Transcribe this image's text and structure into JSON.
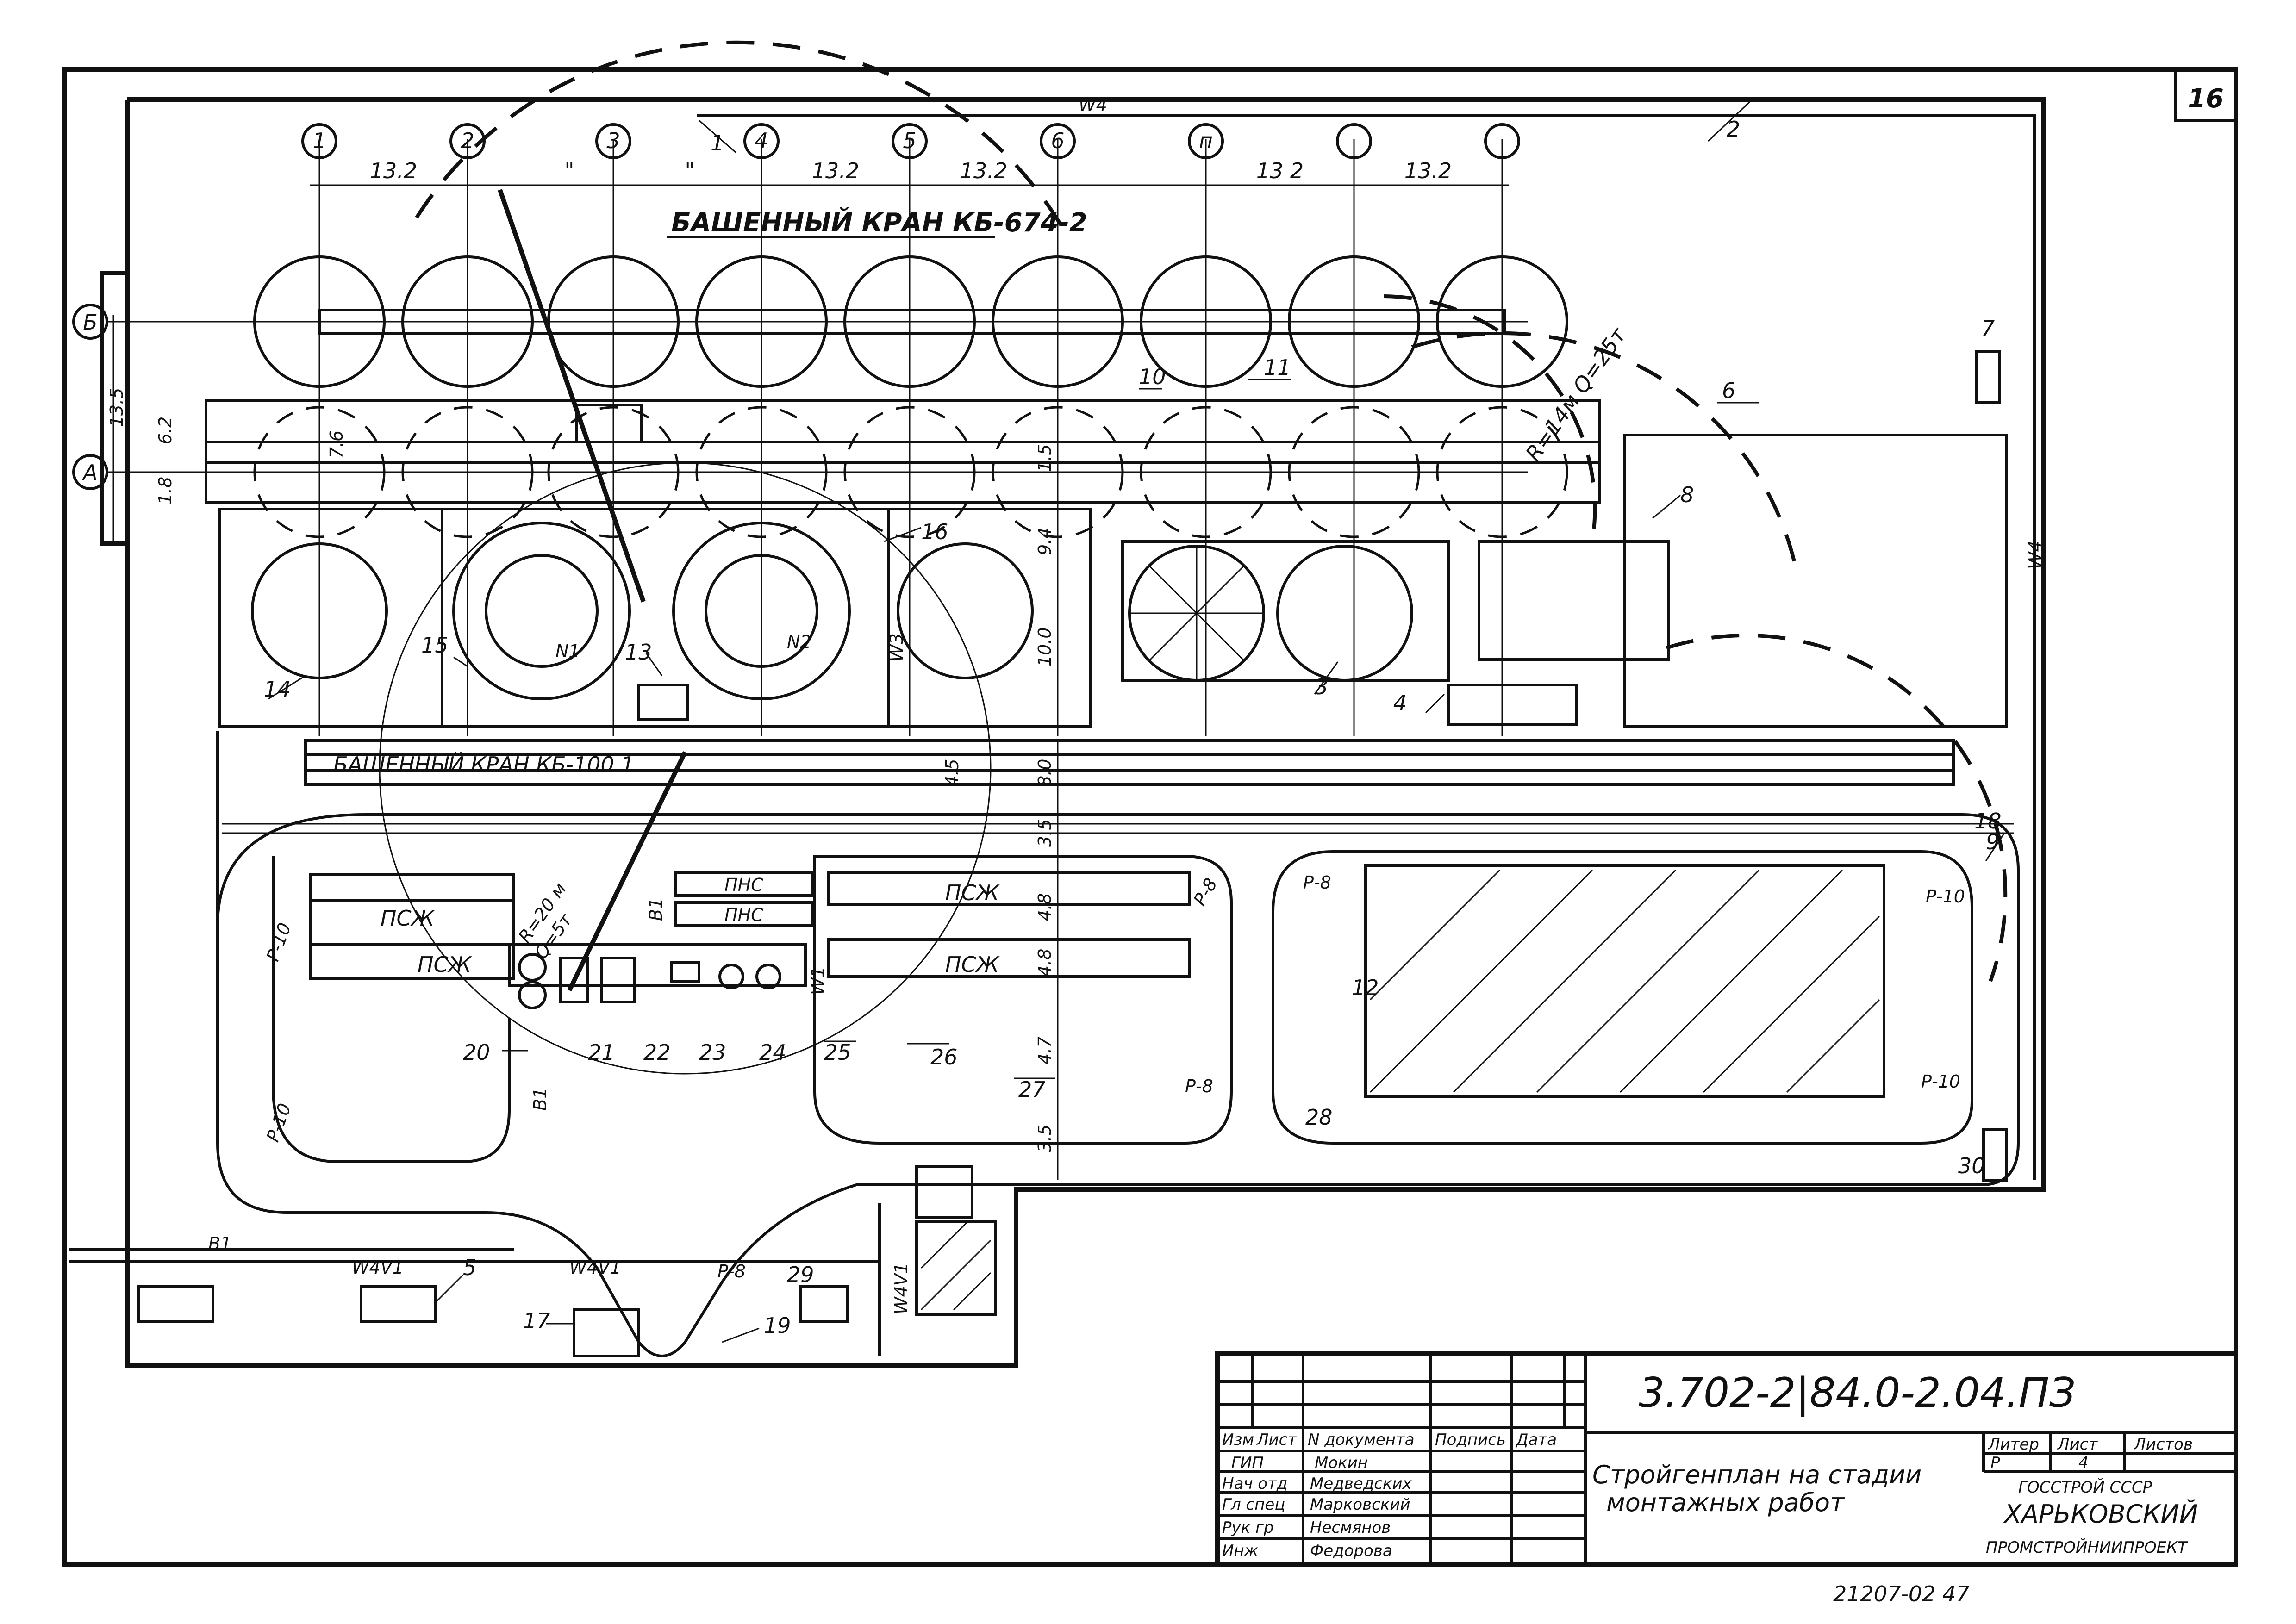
{
  "sheet_number": "16",
  "axes": {
    "columns": [
      "1",
      "2",
      "3",
      "4",
      "5",
      "6",
      "п",
      "",
      ""
    ],
    "rows": [
      "Б",
      "А"
    ],
    "spacing_top": [
      "13.2",
      "\"",
      "\"",
      "13.2",
      "13.2",
      "13 2",
      "13.2"
    ],
    "left_dims": [
      "13.5",
      "6.2",
      "1.8",
      "7.6"
    ],
    "middle_dims": [
      "1.5",
      "9.4",
      "10.0",
      "4.5",
      "8.0",
      "3.5",
      "4.8",
      "4.8",
      "4.7",
      "3.5"
    ]
  },
  "labels": {
    "crane_top": "БАШЕННЫЙ КРАН КБ-674-2",
    "crane_bottom": "БАШЕННЫЙ КРАН КБ-100.1",
    "crane_radius": "R=14м Q=25т",
    "crane_radius2": "R=20 м",
    "crane_q2": "Q=5т",
    "tank_n1": "N1",
    "tank_n2": "N2",
    "psj": "ПСЖ",
    "pns": "ПНС",
    "r10": "Р-10",
    "r8": "Р-8",
    "util_w4": "W4",
    "util_w3": "W3",
    "util_w1": "W1",
    "util_b1": "B1",
    "util_w4v1": "W4V1"
  },
  "callouts": [
    "1",
    "2",
    "3",
    "4",
    "5",
    "6",
    "7",
    "8",
    "9",
    "10",
    "11",
    "12",
    "13",
    "14",
    "15",
    "16",
    "17",
    "18",
    "19",
    "20",
    "21",
    "22",
    "23",
    "24",
    "25",
    "26",
    "27",
    "28",
    "29",
    "30"
  ],
  "title_block": {
    "document_code": "3.702-2|84.0-2.04.ПЗ",
    "drawing_title_line1": "Стройгенплан на стадии",
    "drawing_title_line2": "монтажных работ",
    "header_cols": [
      "Изм",
      "Лист",
      "N документа",
      "Подпись",
      "Дата"
    ],
    "roles": [
      {
        "role": "ГИП",
        "name": "Мокин"
      },
      {
        "role": "Нач отд",
        "name": "Медведских"
      },
      {
        "role": "Гл спец",
        "name": "Марковский"
      },
      {
        "role": "Рук гр",
        "name": "Несмянов"
      },
      {
        "role": "Инж",
        "name": "Федорова"
      }
    ],
    "litera_label": "Литер",
    "list_label": "Лист",
    "lists_label": "Листов",
    "litera_value": "Р",
    "list_value": "4",
    "org_line1": "ГОССТРОЙ   СССР",
    "org_line2": "ХАРЬКОВСКИЙ",
    "org_line3": "ПРОМСТРОЙНИИПРОЕКТ"
  },
  "stamp": "21207-02    47"
}
